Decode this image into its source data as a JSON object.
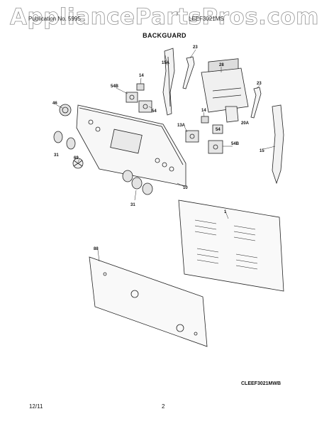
{
  "watermark": "AppliancePartsPros.com",
  "header": {
    "left": "Publication No. 5995...",
    "right": "LEEF3021MS",
    "section_title": "BACKGUARD"
  },
  "model_code": "CLEEF3021MWB",
  "footer": {
    "date": "12/11",
    "page": "2"
  },
  "callouts": {
    "c23a": "23",
    "c15a": "15A",
    "c28": "28",
    "c14a": "14",
    "c54b_a": "54B",
    "c54": "54",
    "c23b": "23",
    "c46": "46",
    "c14b": "14",
    "c54_b": "54",
    "c13a": "13A",
    "c20a": "20A",
    "c54b_b": "54B",
    "c15": "15",
    "c31a": "31",
    "c69": "69",
    "c10": "10",
    "c31b": "31",
    "c1": "1",
    "c88": "88"
  }
}
